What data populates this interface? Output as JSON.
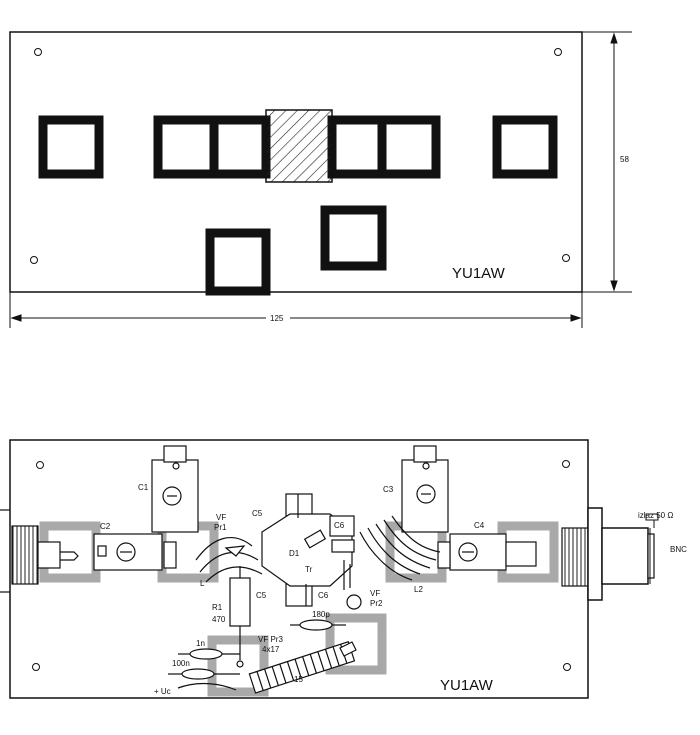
{
  "top_board": {
    "callsign": "YU1AW",
    "height_mm": "58",
    "width_mm": "125"
  },
  "bottom_board": {
    "callsign": "YU1AW",
    "components": {
      "c1": "C1",
      "c2": "C2",
      "c3": "C3",
      "c4": "C4",
      "c5_top": "C5",
      "c5_bottom": "C5",
      "c6_top": "C6",
      "c6_bottom": "C6",
      "d1": "D1",
      "tr": "Tr",
      "l1": "L",
      "l2": "L2",
      "r1": "R1",
      "r1_value": "470",
      "vf_pr1_a": "VF",
      "vf_pr1_b": "Pr1",
      "vf_pr2_a": "VF",
      "vf_pr2_b": "Pr2",
      "vf_pr3": "VF Pr3",
      "c180p": "180p",
      "ic_4x17": "4x17",
      "winding_15": "15",
      "cap_1n": "1n",
      "cap_100n": "100n",
      "supply": "+ Uc"
    },
    "connector": {
      "label": "BNC",
      "output_label": "izlaz 50 Ω"
    }
  }
}
